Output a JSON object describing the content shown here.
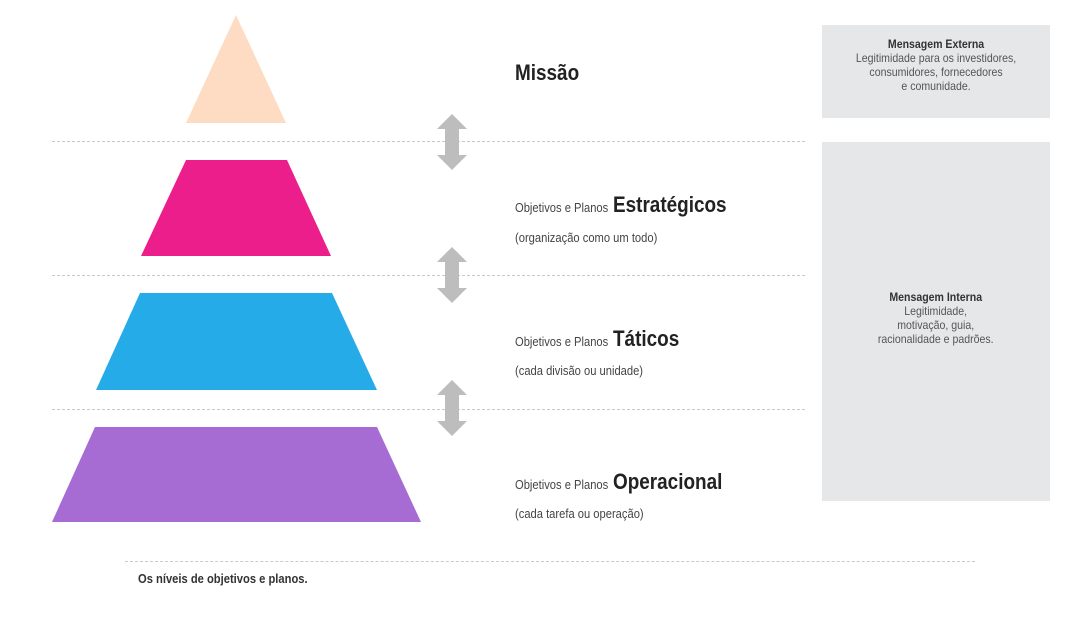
{
  "levels": [
    {
      "id": "missao",
      "title": "Missão",
      "color": "#fddcc3"
    },
    {
      "id": "estrategicos",
      "prefix": "Objetivos e Planos",
      "title": "Estratégicos",
      "subtitle": "(organização como um todo)",
      "color": "#ec1e8c"
    },
    {
      "id": "taticos",
      "prefix": "Objetivos e Planos",
      "title": "Táticos",
      "subtitle": "(cada divisão ou unidade)",
      "color": "#25abe8"
    },
    {
      "id": "operacional",
      "prefix": "Objetivos e Planos",
      "title": "Operacional",
      "subtitle": "(cada tarefa ou operação)",
      "color": "#a66cd4"
    }
  ],
  "arrows": {
    "icon": "double-arrow-vertical-icon",
    "color": "#bdbdbd",
    "count": 3
  },
  "boxes": {
    "external": {
      "title": "Mensagem Externa",
      "lines": [
        "Legitimidade para os investidores,",
        "consumidores, fornecedores",
        "e comunidade."
      ]
    },
    "internal": {
      "title": "Mensagem Interna",
      "lines": [
        "Legitimidade,",
        "motivação, guia,",
        "racionalidade e padrões."
      ]
    }
  },
  "caption": "Os níveis de objetivos e planos."
}
